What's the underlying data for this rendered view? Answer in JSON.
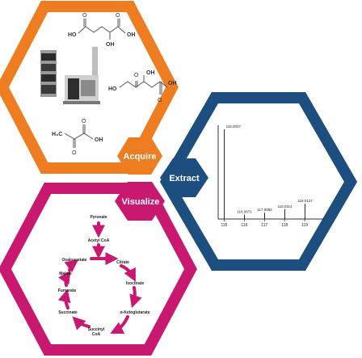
{
  "colors": {
    "acquire": "#ed7d20",
    "extract": "#1c4e80",
    "visualize": "#c8186f",
    "arrow": "#c8186f"
  },
  "hubs": {
    "acquire": "Acquire",
    "extract": "Extract",
    "visualize": "Visualize"
  },
  "molecules": {
    "top": {
      "o1": "O",
      "o2": "O",
      "ho": "HO",
      "oh": "OH",
      "oh_sub": "OH"
    },
    "middle": {
      "o": "O",
      "oh_top": "OH",
      "ho": "HO",
      "oh": "OH",
      "o_bottom": "O"
    },
    "bottom": {
      "o": "O",
      "h3c": "H₃C",
      "oh": "OH",
      "o_bottom": "O"
    }
  },
  "instrument_icon": "lc-ms-instrument-icon",
  "spectrum": {
    "peaks": [
      {
        "mz": 115.0037,
        "label": "115.0037",
        "rel": 1.0
      },
      {
        "mz": 116.0071,
        "label": "116.0071",
        "rel": 0.05
      },
      {
        "mz": 117.0082,
        "label": "117.0082",
        "rel": 0.07
      },
      {
        "mz": 118.0114,
        "label": "118.0114",
        "rel": 0.11
      },
      {
        "mz": 119.0127,
        "label": "119.0127",
        "rel": 0.17
      }
    ],
    "x_ticks": [
      "115",
      "116",
      "117",
      "118",
      "119"
    ]
  },
  "pathway": {
    "pyruvate": "Pyruvate",
    "acetyl_coa": "Acetyl CoA",
    "oxaloacetate": "Oxaloacetate",
    "citrate": "Citrate",
    "malate": "Malate",
    "isocitrate": "Isocitrate",
    "fumarate": "Fumarate",
    "succinate": "Succinate",
    "ketoglutarate": "α-Ketoglutarate",
    "succinyl_coa": "Succinyl CoA"
  }
}
